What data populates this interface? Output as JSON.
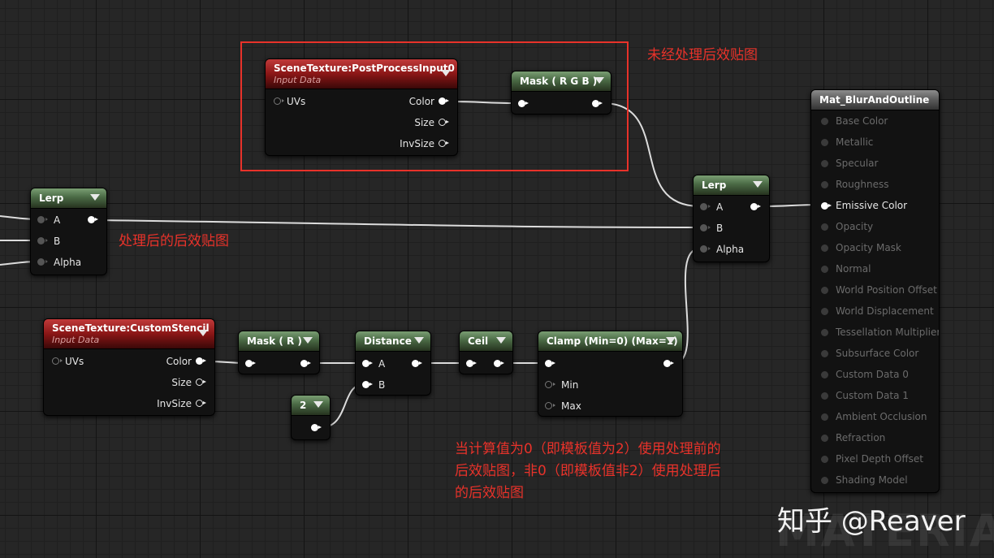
{
  "nodes": {
    "scene_pp": {
      "title": "SceneTexture:PostProcessInput0",
      "subtitle": "Input Data",
      "in_uvs": "UVs",
      "out_color": "Color",
      "out_size": "Size",
      "out_invsize": "InvSize"
    },
    "mask_rgb": {
      "title": "Mask ( R G B )"
    },
    "lerp_left": {
      "title": "Lerp",
      "a": "A",
      "b": "B",
      "alpha": "Alpha"
    },
    "lerp_right": {
      "title": "Lerp",
      "a": "A",
      "b": "B",
      "alpha": "Alpha"
    },
    "scene_stencil": {
      "title": "SceneTexture:CustomStencil",
      "subtitle": "Input Data",
      "in_uvs": "UVs",
      "out_color": "Color",
      "out_size": "Size",
      "out_invsize": "InvSize"
    },
    "mask_r": {
      "title": "Mask ( R )"
    },
    "distance": {
      "title": "Distance",
      "a": "A",
      "b": "B"
    },
    "const2": {
      "title": "2"
    },
    "ceil": {
      "title": "Ceil"
    },
    "clamp": {
      "title": "Clamp (Min=0) (Max=1)",
      "min": "Min",
      "max": "Max"
    },
    "material": {
      "title": "Mat_BlurAndOutline",
      "inputs": [
        "Base Color",
        "Metallic",
        "Specular",
        "Roughness",
        "Emissive Color",
        "Opacity",
        "Opacity Mask",
        "Normal",
        "World Position Offset",
        "World Displacement",
        "Tessellation Multiplier",
        "Subsurface Color",
        "Custom Data 0",
        "Custom Data 1",
        "Ambient Occlusion",
        "Refraction",
        "Pixel Depth Offset",
        "Shading Model"
      ],
      "active_input": "Emissive Color"
    }
  },
  "annotations": {
    "unprocessed": "未经处理后效贴图",
    "processed": "处理后的后效贴图",
    "explain_line1": "当计算值为0（即模板值为2）使用处理前的",
    "explain_line2": "后效贴图，非0（即模板值非2）使用处理后",
    "explain_line3": "的后效贴图"
  },
  "watermark": {
    "zhihu": "知乎 @Reaver",
    "material": "MATERIAL"
  },
  "colors": {
    "annotation_red": "#e8322a",
    "wire": "#e6e6e6"
  }
}
